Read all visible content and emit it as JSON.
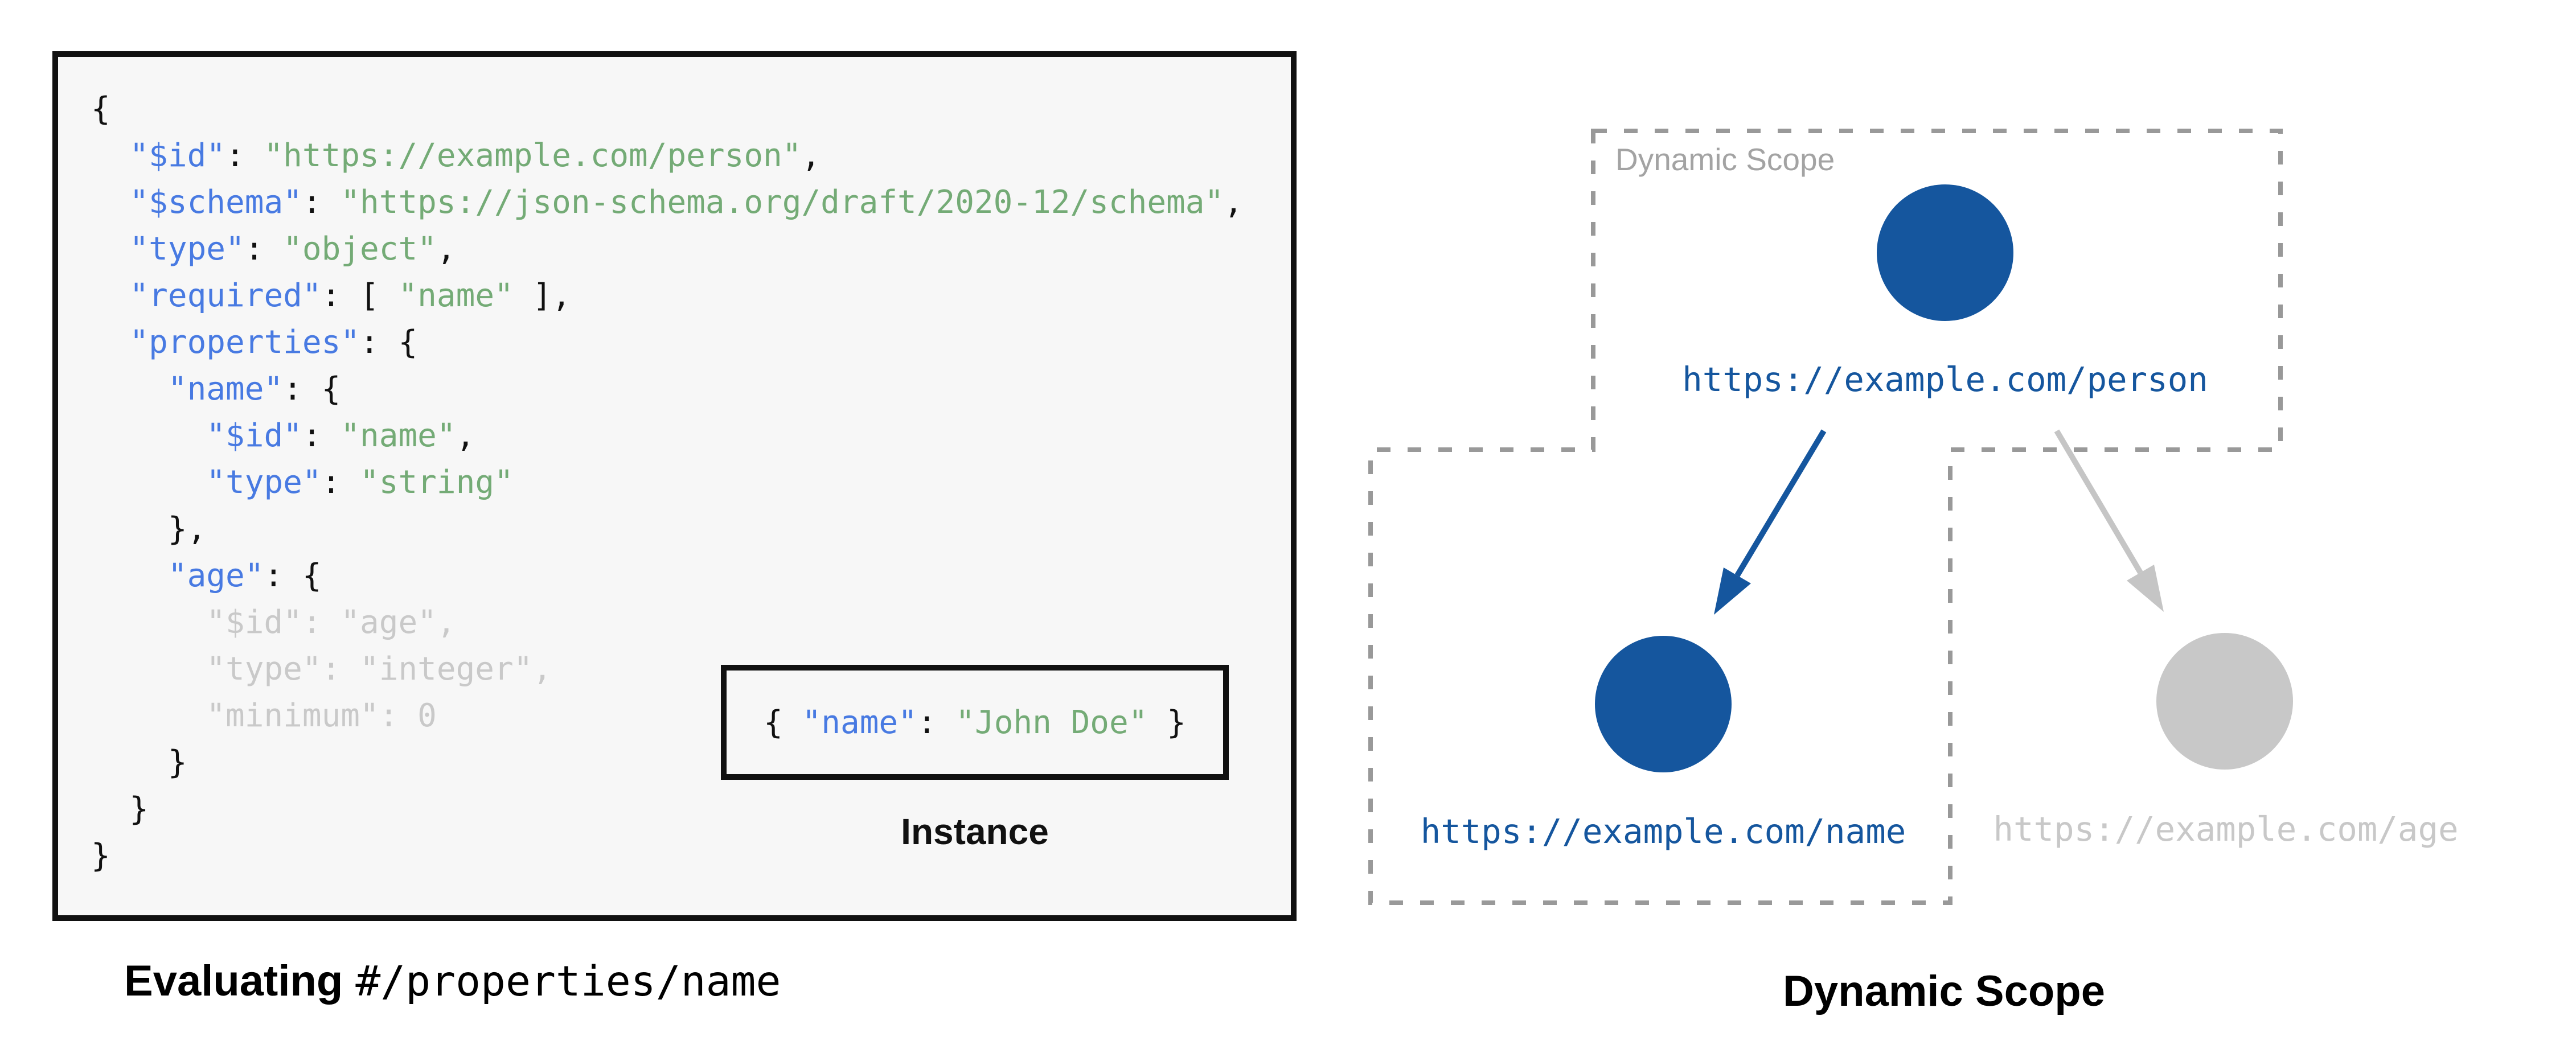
{
  "colors": {
    "accent_navy": "#15569E",
    "code_key_blue": "#487AE2",
    "code_string_green": "#74AB76",
    "code_ink": "#111111",
    "code_faded_gray": "#C9C9C9",
    "inactive_gray": "#C8C8C8",
    "arrow_gray": "#C5C5C5",
    "dash_border_gray": "#999999",
    "scope_label_gray": "#A3A3A3",
    "codebox_background": "#F7F7F7"
  },
  "left": {
    "caption_bold": "Evaluating",
    "caption_mono": "#/properties/name",
    "instance_label": "Instance",
    "instance_tokens": [
      {
        "c": "p",
        "t": "{ "
      },
      {
        "c": "k",
        "t": "\"name\""
      },
      {
        "c": "p",
        "t": ": "
      },
      {
        "c": "s",
        "t": "\"John Doe\""
      },
      {
        "c": "p",
        "t": " }"
      }
    ],
    "code_lines": [
      [
        {
          "c": "p",
          "t": "{"
        }
      ],
      [
        {
          "c": "p",
          "t": "  "
        },
        {
          "c": "k",
          "t": "\"$id\""
        },
        {
          "c": "p",
          "t": ": "
        },
        {
          "c": "s",
          "t": "\"https://example.com/person\""
        },
        {
          "c": "p",
          "t": ","
        }
      ],
      [
        {
          "c": "p",
          "t": "  "
        },
        {
          "c": "k",
          "t": "\"$schema\""
        },
        {
          "c": "p",
          "t": ": "
        },
        {
          "c": "s",
          "t": "\"https://json-schema.org/draft/2020-12/schema\""
        },
        {
          "c": "p",
          "t": ","
        }
      ],
      [
        {
          "c": "p",
          "t": "  "
        },
        {
          "c": "k",
          "t": "\"type\""
        },
        {
          "c": "p",
          "t": ": "
        },
        {
          "c": "s",
          "t": "\"object\""
        },
        {
          "c": "p",
          "t": ","
        }
      ],
      [
        {
          "c": "p",
          "t": "  "
        },
        {
          "c": "k",
          "t": "\"required\""
        },
        {
          "c": "p",
          "t": ": [ "
        },
        {
          "c": "s",
          "t": "\"name\""
        },
        {
          "c": "p",
          "t": " ],"
        }
      ],
      [
        {
          "c": "p",
          "t": "  "
        },
        {
          "c": "k",
          "t": "\"properties\""
        },
        {
          "c": "p",
          "t": ": {"
        }
      ],
      [
        {
          "c": "p",
          "t": "    "
        },
        {
          "c": "k",
          "t": "\"name\""
        },
        {
          "c": "p",
          "t": ": {"
        }
      ],
      [
        {
          "c": "p",
          "t": "      "
        },
        {
          "c": "k",
          "t": "\"$id\""
        },
        {
          "c": "p",
          "t": ": "
        },
        {
          "c": "s",
          "t": "\"name\""
        },
        {
          "c": "p",
          "t": ","
        }
      ],
      [
        {
          "c": "p",
          "t": "      "
        },
        {
          "c": "k",
          "t": "\"type\""
        },
        {
          "c": "p",
          "t": ": "
        },
        {
          "c": "s",
          "t": "\"string\""
        }
      ],
      [
        {
          "c": "p",
          "t": "    },"
        }
      ],
      [
        {
          "c": "p",
          "t": "    "
        },
        {
          "c": "k",
          "t": "\"age\""
        },
        {
          "c": "p",
          "t": ": {"
        }
      ],
      [
        {
          "c": "f",
          "t": "      \"$id\": \"age\","
        }
      ],
      [
        {
          "c": "f",
          "t": "      \"type\": \"integer\","
        }
      ],
      [
        {
          "c": "f",
          "t": "      \"minimum\": 0"
        }
      ],
      [
        {
          "c": "p",
          "t": "    }"
        }
      ],
      [
        {
          "c": "p",
          "t": "  }"
        }
      ],
      [
        {
          "c": "p",
          "t": "}"
        }
      ]
    ]
  },
  "right": {
    "scope_label": "Dynamic Scope",
    "caption": "Dynamic Scope",
    "nodes": [
      {
        "id": "person",
        "label": "https://example.com/person",
        "state": "active"
      },
      {
        "id": "name",
        "label": "https://example.com/name",
        "state": "active"
      },
      {
        "id": "age",
        "label": "https://example.com/age",
        "state": "inactive"
      }
    ]
  }
}
